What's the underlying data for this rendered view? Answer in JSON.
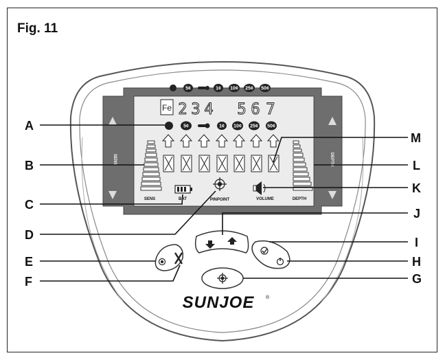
{
  "figure": {
    "title": "Fig. 11"
  },
  "brand": {
    "name": "SUNJOE",
    "mark": "®"
  },
  "screen": {
    "fe_label": "Fe",
    "digits": [
      "2",
      "3",
      "4",
      "5",
      "6",
      "7"
    ],
    "coins_top": [
      "5¢",
      "1¢",
      "10¢",
      "25¢",
      "50¢"
    ],
    "coins_row": [
      "5¢",
      "1¢",
      "10¢",
      "25¢",
      "50¢"
    ],
    "labels": {
      "sens": "SENS",
      "sens_side": "SENS",
      "depth": "DEPTH",
      "depth_side": "DEPTH",
      "bat": "BAT",
      "pinpoint": "PINPOINT",
      "volume": "VOLUME"
    }
  },
  "callouts": [
    "A",
    "B",
    "C",
    "D",
    "E",
    "F",
    "G",
    "H",
    "I",
    "J",
    "K",
    "L",
    "M"
  ],
  "icon_names": [
    "fe-icon",
    "keyhole-icon",
    "arrow-up-icon",
    "x-cross-icon",
    "battery-icon",
    "crosshair-icon",
    "speaker-icon",
    "gear-icon",
    "check-icon",
    "power-icon",
    "down-arrow-icon",
    "up-arrow-icon"
  ]
}
